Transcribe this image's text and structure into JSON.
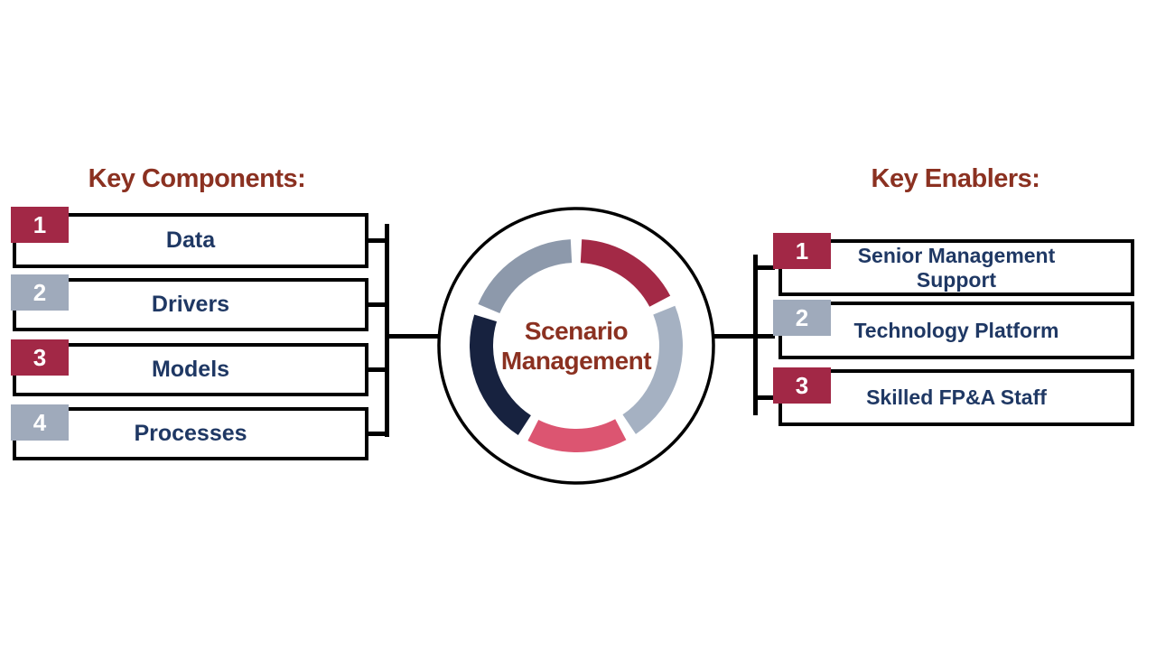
{
  "page": {
    "background": "#FFFFFF",
    "line_color": "#000000"
  },
  "left_panel": {
    "title": "Key Components:",
    "title_color": "#8B3121",
    "label_color": "#1F3864",
    "items": [
      {
        "num": "1",
        "label": "Data",
        "tag_color": "#A22846"
      },
      {
        "num": "2",
        "label": "Drivers",
        "tag_color": "#9FAABB"
      },
      {
        "num": "3",
        "label": "Models",
        "tag_color": "#A22846"
      },
      {
        "num": "4",
        "label": "Processes",
        "tag_color": "#9FAABB"
      }
    ]
  },
  "right_panel": {
    "title": "Key Enablers:",
    "title_color": "#8B3121",
    "label_color": "#1F3864",
    "items": [
      {
        "num": "1",
        "label": "Senior Management Support",
        "tag_color": "#A22846"
      },
      {
        "num": "2",
        "label": "Technology Platform",
        "tag_color": "#9FAABB"
      },
      {
        "num": "3",
        "label": "Skilled FP&A Staff",
        "tag_color": "#A22846"
      }
    ]
  },
  "center": {
    "line1": "Scenario",
    "line2": "Management",
    "text_color": "#8B3121",
    "outline_color": "#000000",
    "ring": {
      "mid_radius": 105,
      "thickness": 26,
      "segments": [
        {
          "name": "crimson-top-right",
          "color": "#A32946",
          "start_deg": 3,
          "end_deg": 62
        },
        {
          "name": "slate-right",
          "color": "#A5B1C2",
          "start_deg": 68,
          "end_deg": 146
        },
        {
          "name": "rose-bottom",
          "color": "#DC5571",
          "start_deg": 152,
          "end_deg": 207
        },
        {
          "name": "navy-left",
          "color": "#17223F",
          "start_deg": 213,
          "end_deg": 287
        },
        {
          "name": "gray-top-left",
          "color": "#8D99AB",
          "start_deg": 293,
          "end_deg": 357
        }
      ]
    }
  }
}
